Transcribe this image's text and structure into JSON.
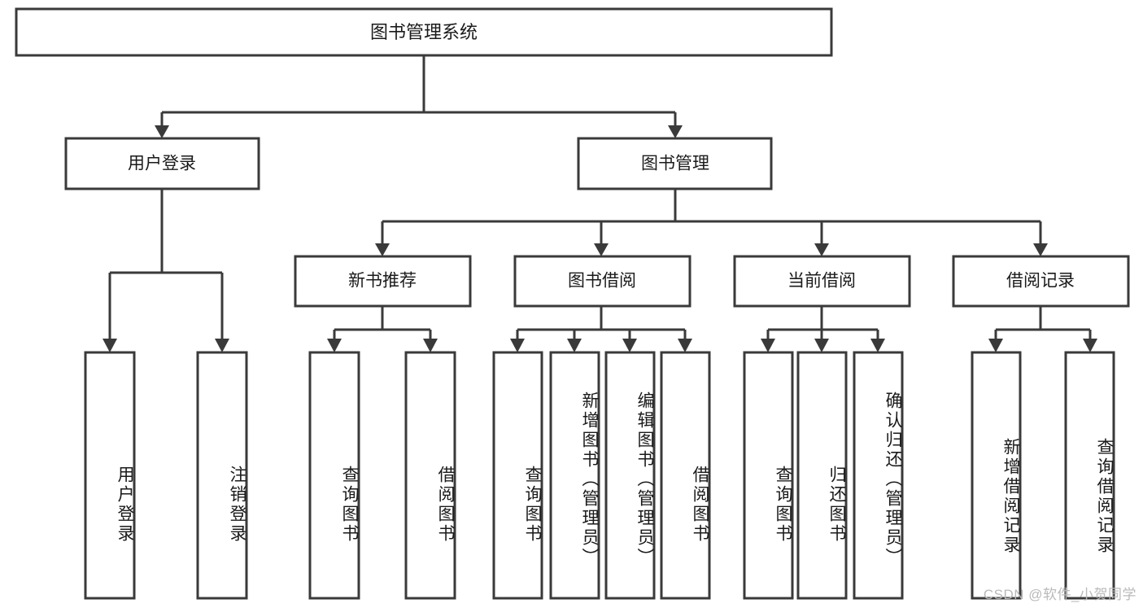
{
  "diagram": {
    "type": "tree-hierarchy",
    "title": "图书管理系统",
    "watermark": "CSDN @软件_小贺同学",
    "colors": {
      "stroke": "#3a3a3a",
      "fill": "#ffffff",
      "text": "#1a1a1a",
      "watermark": "#b9b9b9"
    },
    "root": {
      "label": "图书管理系统"
    },
    "level1": [
      {
        "label": "用户登录"
      },
      {
        "label": "图书管理"
      }
    ],
    "level2": [
      {
        "label": "新书推荐"
      },
      {
        "label": "图书借阅"
      },
      {
        "label": "当前借阅"
      },
      {
        "label": "借阅记录"
      }
    ],
    "leaves": {
      "user_login": [
        {
          "label": "用户登录"
        },
        {
          "label": "注销登录"
        }
      ],
      "new_book_recommend": [
        {
          "label": "查询图书"
        },
        {
          "label": "借阅图书"
        }
      ],
      "book_borrow": [
        {
          "label": "查询图书"
        },
        {
          "label": "新增图书（管理员）"
        },
        {
          "label": "编辑图书（管理员）"
        },
        {
          "label": "借阅图书"
        }
      ],
      "current_borrow": [
        {
          "label": "查询图书"
        },
        {
          "label": "归还图书"
        },
        {
          "label": "确认归还（管理员）"
        }
      ],
      "borrow_record": [
        {
          "label": "新增借阅记录"
        },
        {
          "label": "查询借阅记录"
        }
      ]
    }
  }
}
